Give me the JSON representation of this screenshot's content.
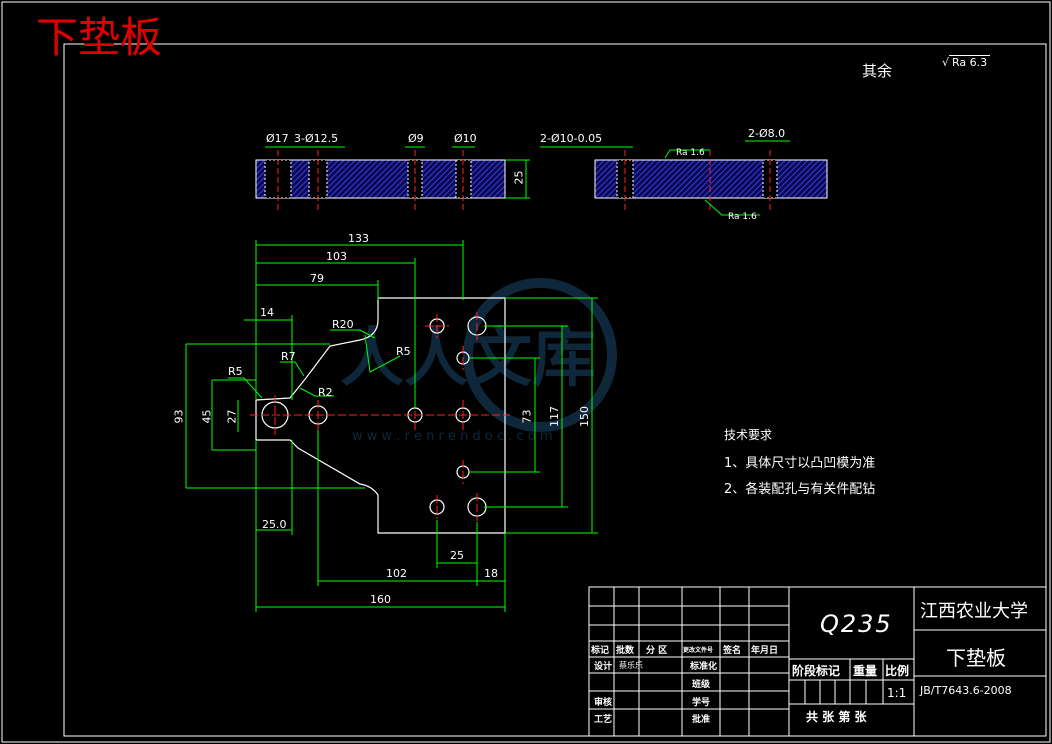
{
  "heading": "下垫板",
  "surface": {
    "prefix": "其余",
    "roughness": "Ra 6.3"
  },
  "section": {
    "left_dims": [
      "Ø17",
      "3-Ø12.5",
      "Ø9",
      "Ø10"
    ],
    "thickness": "25",
    "right_dims": [
      "2-Ø10-0.05",
      "2-Ø8.0"
    ],
    "roughness_local": [
      "Ra 1.6",
      "Ra 1.6"
    ]
  },
  "plan_dims": {
    "d133": "133",
    "d103": "103",
    "d79": "79",
    "d14": "14",
    "r20": "R20",
    "r5a": "R5",
    "r7": "R7",
    "r5b": "R5",
    "r2": "R2",
    "d93": "93",
    "d45": "45",
    "d27": "27",
    "d73": "73",
    "d117": "117",
    "d150": "150",
    "d250": "25.0",
    "d25": "25",
    "d102": "102",
    "d18": "18",
    "d160": "160"
  },
  "tech": {
    "title": "技术要求",
    "items": [
      "1、具体尺寸以凸凹模为准",
      "2、各装配孔与有关件配钻"
    ]
  },
  "title_block": {
    "material": "Q235",
    "school": "江西农业大学",
    "part_name": "下垫板",
    "standard": "JB/T7643.6-2008",
    "scale": "1:1",
    "row_labels": [
      "标记",
      "批数",
      "分 区",
      "更改文件号",
      "签名",
      "年月日"
    ],
    "design": "设计",
    "design_name": "蔡乐乐",
    "std": "标准化",
    "cls": "班级",
    "review": "审核",
    "sid": "学号",
    "craft": "工艺",
    "approve": "批准",
    "stage": "阶段标记",
    "weight": "重量",
    "ratio": "比例",
    "sheets": "共 张   第 张"
  },
  "watermark": {
    "brand": "人人文库",
    "url": "w w w . r e n r e n d o c . c o m"
  },
  "colors": {
    "frame": "#ffffff",
    "dim": "#00ff00",
    "center": "#ff2020",
    "hatch": "#3030c0",
    "heading": "#e00000"
  }
}
